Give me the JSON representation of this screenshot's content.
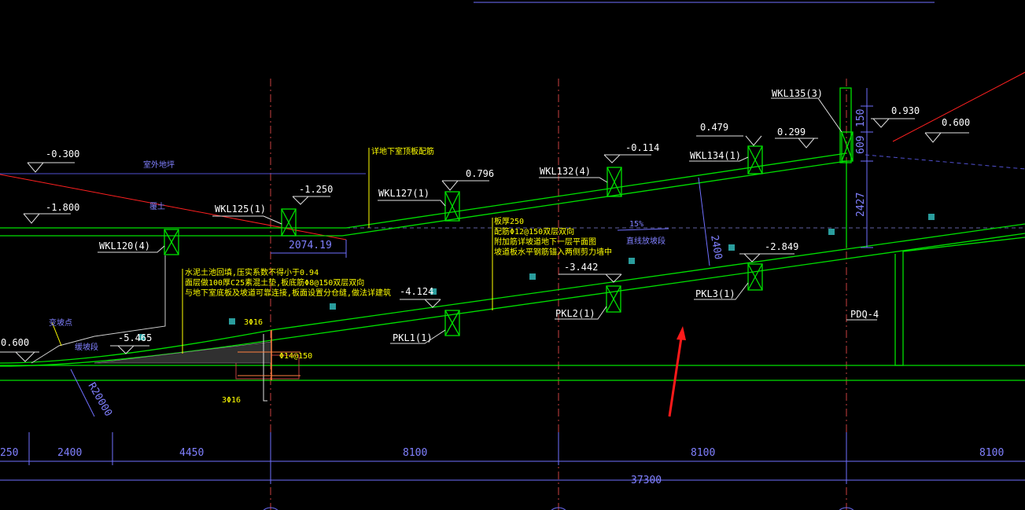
{
  "colors": {
    "background": "#000000",
    "structure": "#00ff00",
    "axis": "#ff4a4a",
    "dimension": "#7070ff",
    "annotation": "#ffff00",
    "text": "#ffffff",
    "marker": "#2a9d9d",
    "arrow": "#ff2020"
  },
  "levels": {
    "l_m0300": "-0.300",
    "l_m1800": "-1.800",
    "l_m1250": "-1.250",
    "l_0796": "0.796",
    "l_m0114": "-0.114",
    "l_0479": "0.479",
    "l_0299": "0.299",
    "l_0930": "0.930",
    "l_0600r": "0.600",
    "l_0600l": "0.600",
    "l_m4124": "-4.124",
    "l_m3442": "-3.442",
    "l_m2849": "-2.849",
    "l_m5465": "-5.465"
  },
  "beams": {
    "wkl135": "WKL135(3)",
    "wkl134": "WKL134(1)",
    "wkl132": "WKL132(4)",
    "wkl127": "WKL127(1)",
    "wkl125": "WKL125(1)",
    "wkl120": "WKL120(4)",
    "pkl1": "PKL1(1)",
    "pkl2": "PKL2(1)",
    "pkl3": "PKL3(1)",
    "pdq4": "PDQ-4"
  },
  "notes": {
    "ground": "室外地坪",
    "ground2": "覆土",
    "see_basement": "详地下室顶板配筋",
    "slab1": "板厚250",
    "slab2": "配筋Φ12@150双层双向",
    "slab3": "附加筋详坡道地下一层平面图",
    "slab4": "坡道板水平钢筋锚入两侧剪力墙中",
    "slope": "15%",
    "slope2": "直线放坡段",
    "fill1": "水泥土池回填,压实系数不得小于0.94",
    "fill2": "面层做100厚C25素混土垫,板底筋Φ8@150双层双向",
    "fill3": "与地下室底板及坡道可靠连接,板面设置分仓缝,做法详建筑",
    "change": "变坡点",
    "curve": "缓坡段",
    "rebar1": "3Φ16",
    "rebar2": "Φ14@150",
    "rebar3": "3Φ16"
  },
  "dims": {
    "d2074": "2074.19",
    "d2400v": "2400",
    "d150": "150",
    "d609": "609",
    "d2427": "2427",
    "r20000": "R20000",
    "s250": "250",
    "s2400": "2400",
    "s4450": "4450",
    "s8100a": "8100",
    "s8100b": "8100",
    "s8100c": "8100",
    "total": "37300"
  }
}
